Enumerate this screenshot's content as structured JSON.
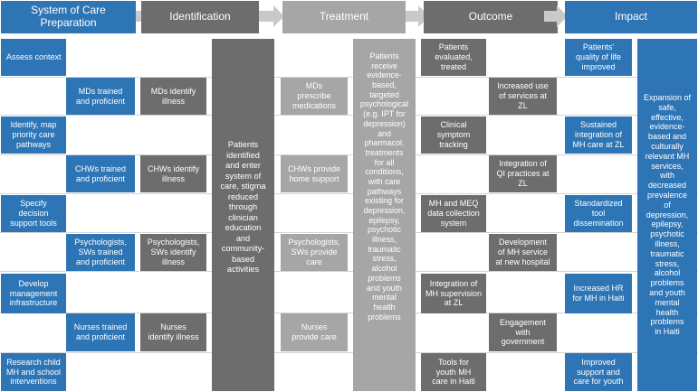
{
  "header": {
    "col1": "System of Care\nPreparation",
    "col2": "Identification",
    "col3": "Treatment",
    "col4": "Outcome",
    "col5": "Impact"
  },
  "preparation": [
    "Assess context",
    "Identify, map\npriority care\npathways",
    "Specify\ndecision\nsupport tools",
    "Develop\nmanagement\ninfrastructure",
    "Research child\nMH and school\ninterventions"
  ],
  "trained": [
    "MDs trained\nand proficient",
    "CHWs trained\nand proficient",
    "Psychologists,\nSWs trained\nand proficient",
    "Nurses trained\nand proficient"
  ],
  "identify": [
    "MDs identify\nillness",
    "CHWs identify\nillness",
    "Psychologists,\nSWs identify\nillness",
    "Nurses\nidentify illness"
  ],
  "identification_summary": "Patients\nidentified\nand enter\nsystem of\ncare, stigma\nreduced\nthrough\nclinician\neducation\nand\ncommunity-\nbased\nactivities",
  "treatment_roles": [
    "MDs\nprescribe\nmedications",
    "CHWs provide\nhome support",
    "Psychologists,\nSWs provide\ncare",
    "Nurses\nprovide care"
  ],
  "treatment_summary": "Patients\nreceive\nevidence-\nbased,\ntargeted\npsychological\n(e.g. IPT for\ndepression)\nand\npharmacol.\ntreatments\nfor all\nconditions,\nwith care\npathways\nexisting for\ndepression,\nepilepsy,\npsychotic\nillness,\ntraumatic\nstress,\nalcohol\nproblems\nand youth\nmental\nhealth\nproblems",
  "outcome_left": [
    "Patients\nevaluated,\ntreated",
    "Clinical\nsymptom\ntracking",
    "MH and MEQ\ndata collection\nsystem",
    "Integration of\nMH supervision\nat ZL",
    "Tools for\nyouth MH\ncare in Haiti"
  ],
  "outcome_right": [
    "Increased use\nof services at\nZL",
    "Integration of\nQI practices at\nZL",
    "Development\nof MH service\nat new hospital",
    "Engagement\nwith\ngovernment"
  ],
  "impact": [
    "Patients'\nquality of life\nimproved",
    "Sustained\nintegration of\nMH care at ZL",
    "Standardized\ntool\ndissemination",
    "Increased HR\nfor MH in Haiti",
    "Improved\nsupport and\ncare for youth"
  ],
  "impact_summary": "Expansion of\nsafe,\neffective,\nevidence-\nbased and\nculturally\nrelevant MH\nservices,\nwith\ndecreased\nprevalence\nof\ndepression,\nepilepsy,\npsychotic\nillness,\ntraumatic\nstress,\nalcohol\nproblems\nand youth\nmental\nhealth\nproblems\nin Haiti",
  "colors": {
    "blue": "#2e75b6",
    "dark_gray": "#6d6d6d",
    "light_gray": "#a6a6a6",
    "arrow_gray": "#c9c9c9"
  }
}
